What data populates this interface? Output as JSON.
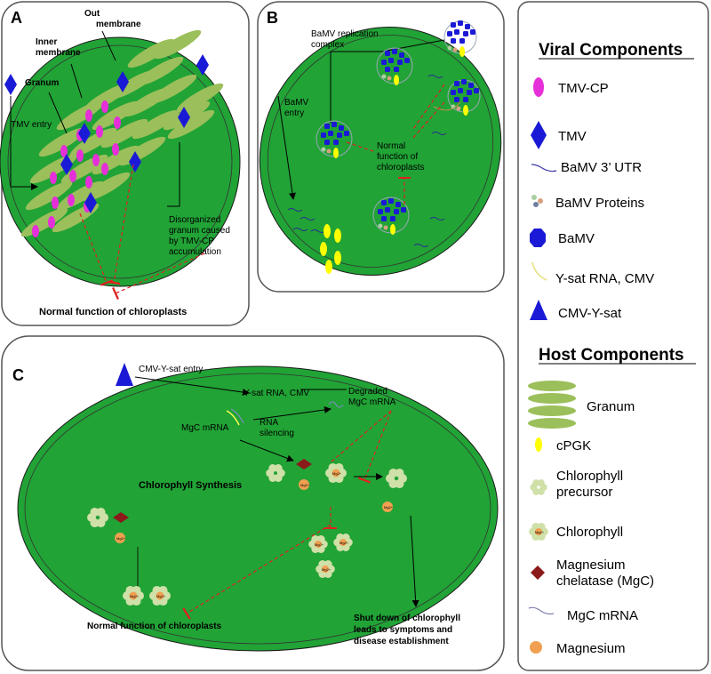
{
  "panels": {
    "a": {
      "letter": "A",
      "out_membrane": [
        "Out",
        "membrane"
      ],
      "inner_membrane": [
        "Inner",
        "membrane"
      ],
      "granum": "Granum",
      "tmv_entry": "TMV entry",
      "disorganized": [
        "Disorganized",
        "granum caused",
        "by TMV-CP",
        "accumulation"
      ],
      "normal": "Normal function of chloroplasts"
    },
    "b": {
      "letter": "B",
      "replication": [
        "BaMV replication",
        "complex"
      ],
      "bamv_entry": [
        "BaMV",
        "entry"
      ],
      "normal": [
        "Normal",
        "function of",
        "chloroplasts"
      ]
    },
    "c": {
      "letter": "C",
      "cmv_entry": "CMV-Y-sat entry",
      "ysat": "Y-sat RNA, CMV",
      "degraded": [
        "Degraded",
        "MgC mRNA"
      ],
      "rna_silencing": [
        "RNA",
        "silencing"
      ],
      "mgc_mrna": "MgC mRNA",
      "chlorophyll_synthesis": "Chlorophyll Synthesis",
      "normal": "Normal function of chloroplasts",
      "shutdown": [
        "Shut down of chlorophyll",
        "leads to symptoms and",
        "disease establishment"
      ],
      "mg_symbol": "Mg2+"
    }
  },
  "legend": {
    "viral_title": "Viral Components",
    "host_title": "Host Components",
    "viral": [
      {
        "icon": "tmv-cp-icon",
        "label": "TMV-CP"
      },
      {
        "icon": "tmv-icon",
        "label": "TMV"
      },
      {
        "icon": "bamv-utr-icon",
        "label": "BaMV 3’ UTR"
      },
      {
        "icon": "bamv-proteins-icon",
        "label": "BaMV Proteins"
      },
      {
        "icon": "bamv-icon",
        "label": "BaMV"
      },
      {
        "icon": "ysat-rna-icon",
        "label": "Y-sat RNA, CMV"
      },
      {
        "icon": "cmv-ysat-icon",
        "label": "CMV-Y-sat"
      }
    ],
    "host": [
      {
        "icon": "granum-icon",
        "label": "Granum"
      },
      {
        "icon": "cpgk-icon",
        "label": "cPGK"
      },
      {
        "icon": "chlorophyll-precursor-icon",
        "label1": "Chlorophyll",
        "label2": "precursor"
      },
      {
        "icon": "chlorophyll-icon",
        "label": "Chlorophyll"
      },
      {
        "icon": "mgc-icon",
        "label1": "Magnesium",
        "label2": "chelatase (MgC)"
      },
      {
        "icon": "mgc-mrna-icon",
        "label": "MgC mRNA"
      },
      {
        "icon": "magnesium-icon",
        "label": "Magnesium"
      }
    ]
  },
  "colors": {
    "chloroplast": "#21a336",
    "granum": "#9bbf5a",
    "tmv": "#1a1ad6",
    "tmv_cp": "#e52fd9",
    "cpgk": "#ffff00",
    "mgc": "#8b1a1a",
    "magnesium": "#f0a050",
    "precursor": "#cfe0a8",
    "inhibit": "#e02020"
  }
}
